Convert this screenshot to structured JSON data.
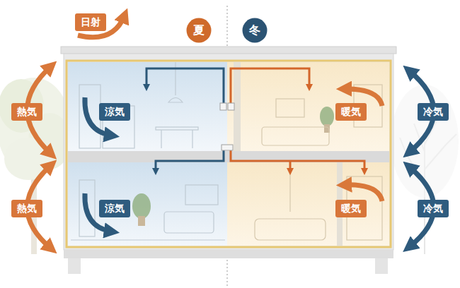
{
  "diagram": {
    "nodes": [
      {
        "text": [
          "日射"
        ]
      },
      {
        "text": [
          "夏"
        ]
      },
      {
        "text": [
          "冬"
        ]
      },
      {
        "text": [
          "熱気"
        ]
      },
      {
        "text": [
          "涼気"
        ]
      },
      {
        "text": [
          "暖気"
        ]
      },
      {
        "text": [
          "冷気"
        ]
      },
      {
        "text": [
          "熱気"
        ]
      },
      {
        "text": [
          "涼気"
        ]
      },
      {
        "text": [
          "暖気"
        ]
      },
      {
        "text": [
          "冷気"
        ]
      }
    ]
  }
}
